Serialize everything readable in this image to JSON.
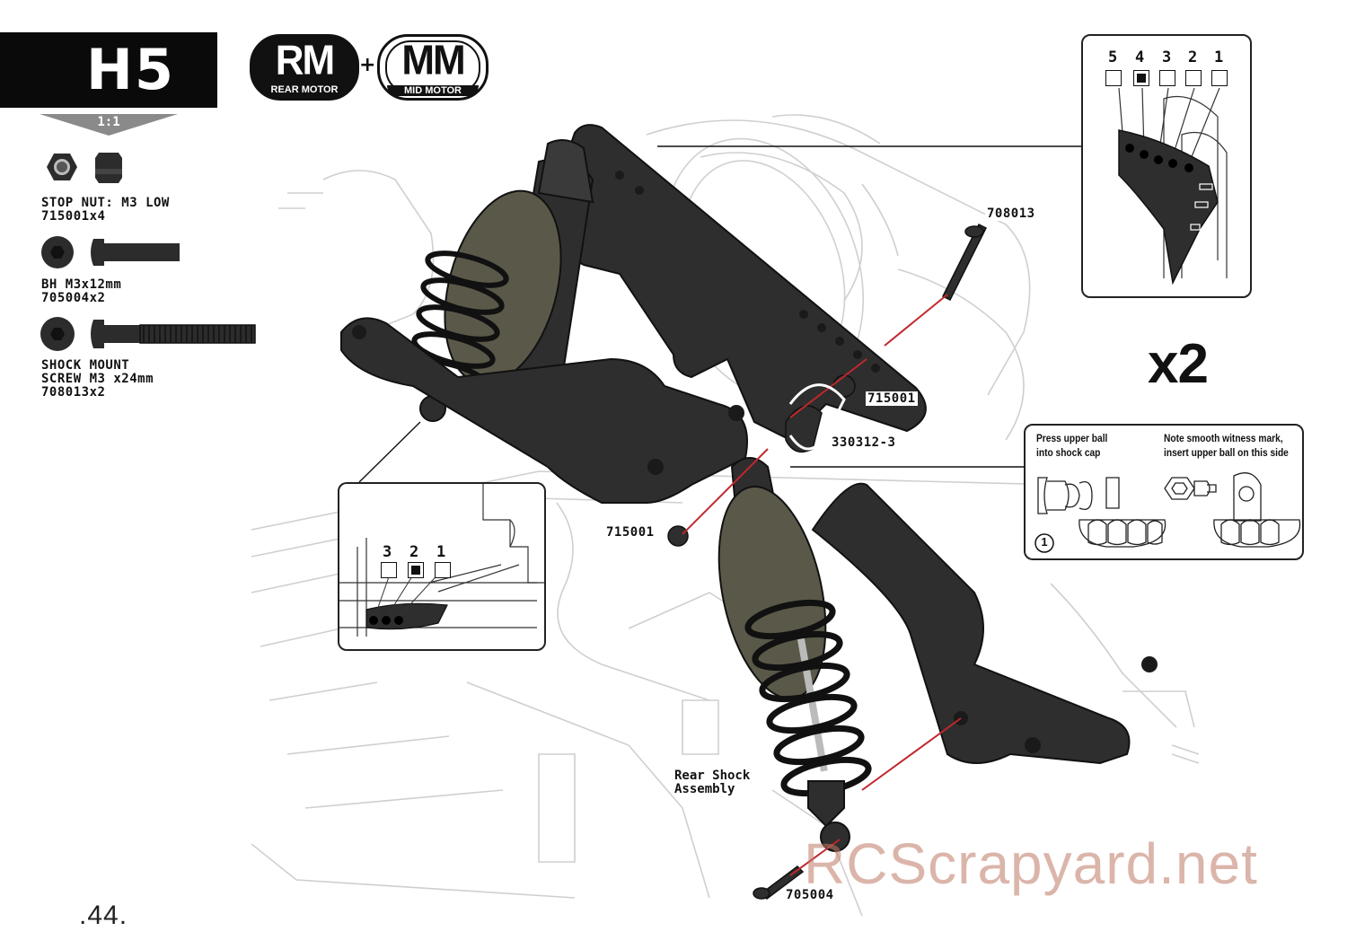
{
  "step": {
    "label": "H5",
    "scale": "1:1"
  },
  "motor_badges": [
    {
      "big": "RM",
      "small": "REAR MOTOR"
    },
    {
      "big": "MM",
      "small": "MID MOTOR"
    }
  ],
  "plus": "+",
  "parts": [
    {
      "name": "STOP NUT: M3 LOW",
      "code": "715001x4"
    },
    {
      "name": "BH M3x12mm",
      "code": "705004x2"
    },
    {
      "name": "SHOCK MOUNT\nSCREW M3 x24mm",
      "code": "708013x2"
    }
  ],
  "callouts": {
    "screw_top": "708013",
    "nut_right": "715001",
    "ball": "330312-3",
    "nut_left": "715001",
    "screw_bottom": "705004"
  },
  "top_inset": {
    "positions": [
      "5",
      "4",
      "3",
      "2",
      "1"
    ],
    "selected": "4"
  },
  "bottom_inset": {
    "positions": [
      "3",
      "2",
      "1"
    ],
    "selected": "2"
  },
  "multiplier": "x2",
  "notes": {
    "left": "Press upper ball\ninto shock cap",
    "right": "Note smooth witness mark,\ninsert upper ball on this side",
    "step_marker": "1"
  },
  "assembly_label": "Rear Shock\nAssembly",
  "page_number": ".44.",
  "watermark": "RCScrapyard.net",
  "colors": {
    "badge": "#0a0a0a",
    "scale_bar": "#8a8a8a",
    "guide_line": "#c0272d",
    "part": "#2e2e2e",
    "watermark": "#be7864"
  }
}
